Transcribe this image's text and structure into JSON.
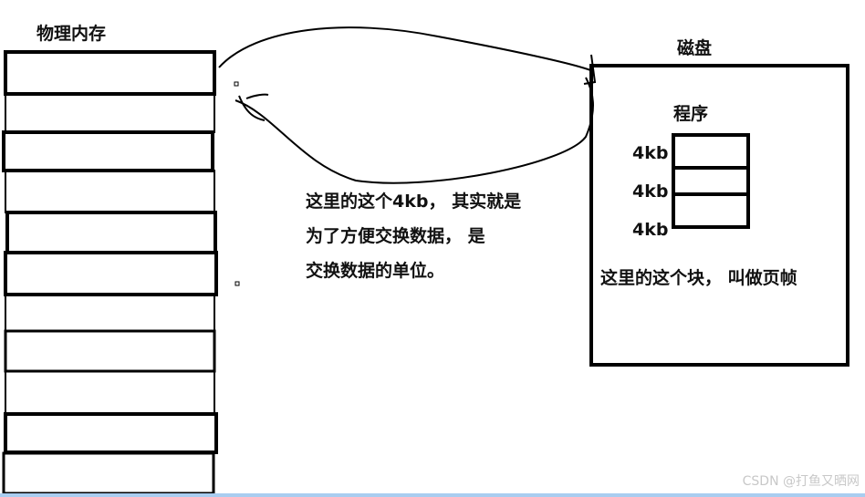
{
  "memory": {
    "title": "物理内存",
    "block_count": 11
  },
  "disk": {
    "title": "磁盘",
    "program_label": "程序",
    "blocks": [
      "4kb",
      "4kb",
      "4kb"
    ],
    "caption": "这里的这个块， 叫做页帧"
  },
  "annotation": {
    "lines": [
      "这里的这个4kb， 其实就是",
      "为了方便交换数据， 是",
      "交换数据的单位。"
    ]
  },
  "watermark": "CSDN @打鱼又晒网"
}
